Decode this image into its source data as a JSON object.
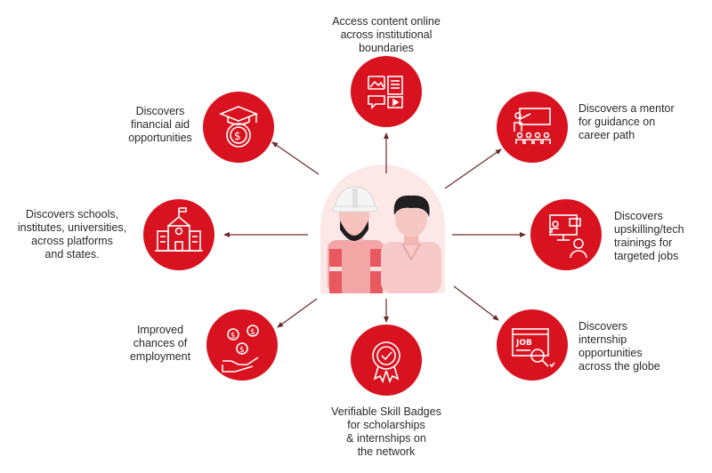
{
  "colors": {
    "accent": "#d9121f",
    "accent_dark": "#b80d18",
    "arrow": "#6b2a2a",
    "center_bg": "#f7d4d4",
    "center_arch": "#fde8e8",
    "person_light": "#f7c9c9",
    "person_mid": "#f2a6a6",
    "vest": "#e8595f",
    "hair": "#1f1f1f",
    "text": "#2a2a2a"
  },
  "center": {
    "icon": "workers-illustration"
  },
  "nodes": [
    {
      "id": "content",
      "icon": "online-content-icon",
      "lines": [
        "Access content online",
        "across institutional",
        "boundaries"
      ]
    },
    {
      "id": "mentor",
      "icon": "mentor-presentation-icon",
      "lines": [
        "Discovers a mentor",
        "for guidance on",
        "career path"
      ]
    },
    {
      "id": "upskilling",
      "icon": "tech-training-icon",
      "lines": [
        "Discovers",
        "upskilling/tech",
        "trainings for",
        "targeted jobs"
      ]
    },
    {
      "id": "internship",
      "icon": "job-search-icon",
      "lines": [
        "Discovers",
        "internship",
        "opportunities",
        "across the globe"
      ]
    },
    {
      "id": "badges",
      "icon": "skill-badge-icon",
      "lines": [
        "Verifiable Skill Badges",
        "for scholarships",
        "& internships on",
        "the network"
      ]
    },
    {
      "id": "employment",
      "icon": "money-hand-icon",
      "lines": [
        "Improved",
        "chances of",
        "employment"
      ]
    },
    {
      "id": "schools",
      "icon": "school-building-icon",
      "lines": [
        "Discovers schools,",
        "institutes, universities,",
        "across platforms",
        "and states."
      ]
    },
    {
      "id": "financial",
      "icon": "graduation-money-icon",
      "lines": [
        "Discovers",
        "financial aid",
        "opportunities"
      ]
    }
  ]
}
